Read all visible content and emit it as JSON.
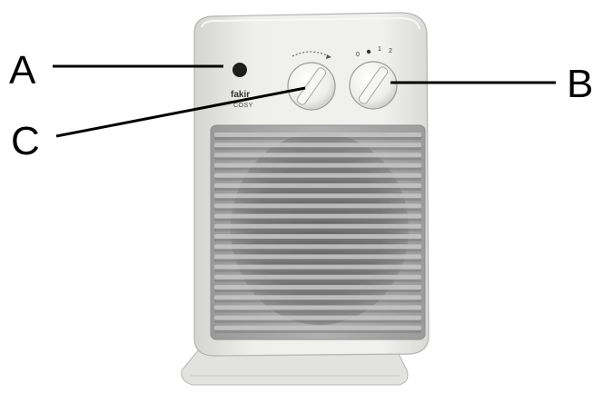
{
  "callouts": {
    "a": "A",
    "b": "B",
    "c": "C"
  },
  "brand": {
    "name": "fakir",
    "model": "COSY"
  },
  "knob_scale": {
    "zero": "0",
    "one": "1",
    "two": "2"
  },
  "colors": {
    "body": "#ececeb",
    "grille": "#a3a3a3",
    "line": "#000000"
  }
}
